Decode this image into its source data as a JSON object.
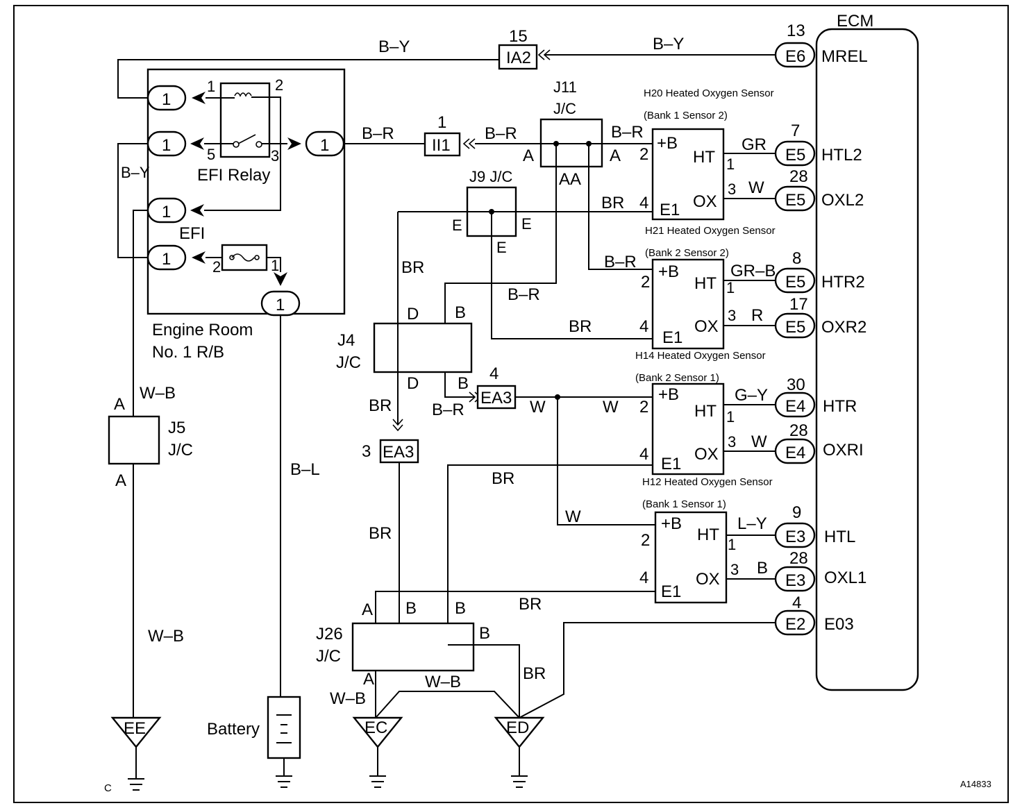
{
  "ecm": {
    "title": "ECM",
    "pins": [
      {
        "num": "13",
        "code": "E6",
        "name": "MREL"
      },
      {
        "num": "7",
        "code": "E5",
        "name": "HTL2"
      },
      {
        "num": "28",
        "code": "E5",
        "name": "OXL2"
      },
      {
        "num": "8",
        "code": "E5",
        "name": "HTR2"
      },
      {
        "num": "17",
        "code": "E5",
        "name": "OXR2"
      },
      {
        "num": "30",
        "code": "E4",
        "name": "HTR"
      },
      {
        "num": "28",
        "code": "E4",
        "name": "OXRI"
      },
      {
        "num": "9",
        "code": "E3",
        "name": "HTL"
      },
      {
        "num": "28",
        "code": "E3",
        "name": "OXL1"
      },
      {
        "num": "4",
        "code": "E2",
        "name": "E03"
      }
    ]
  },
  "sensors": [
    {
      "title": "H20 Heated Oxygen Sensor",
      "sub": "(Bank 1 Sensor 2)",
      "plus_b": "+B",
      "ht": "HT",
      "ox": "OX",
      "e1": "E1",
      "p2": "2",
      "p4": "4",
      "p1": "1",
      "p3": "3"
    },
    {
      "title": "H21 Heated Oxygen Sensor",
      "sub": "(Bank 2 Sensor 2)",
      "plus_b": "+B",
      "ht": "HT",
      "ox": "OX",
      "e1": "E1",
      "p2": "2",
      "p4": "4",
      "p1": "1",
      "p3": "3"
    },
    {
      "title": "H14 Heated Oxygen Sensor",
      "sub": "(Bank 2 Sensor 1)",
      "plus_b": "+B",
      "ht": "HT",
      "ox": "OX",
      "e1": "E1",
      "p2": "2",
      "p4": "4",
      "p1": "1",
      "p3": "3"
    },
    {
      "title": "H12 Heated Oxygen Sensor",
      "sub": "(Bank 1 Sensor 1)",
      "plus_b": "+B",
      "ht": "HT",
      "ox": "OX",
      "e1": "E1",
      "p2": "2",
      "p4": "4",
      "p1": "1",
      "p3": "3"
    }
  ],
  "relay_box": {
    "efi_relay": "EFI Relay",
    "efi_fuse": "EFI",
    "name_line1": "Engine Room",
    "name_line2": "No. 1 R/B",
    "pin": "1",
    "relay_pins": {
      "p1": "1",
      "p2": "2",
      "p3": "3",
      "p5": "5"
    },
    "fuse_pins": {
      "p1": "1",
      "p2": "2"
    }
  },
  "connectors": {
    "ia2": {
      "label": "IA2",
      "num": "15"
    },
    "ii1": {
      "label": "II1",
      "num": "1"
    },
    "ea3_upper": {
      "label": "EA3",
      "num": "4"
    },
    "ea3_lower": {
      "label": "EA3",
      "num": "3"
    }
  },
  "junctions": {
    "j11": {
      "name": "J11",
      "type": "J/C",
      "a_left": "A",
      "a_right": "A",
      "aa": "AA"
    },
    "j9": {
      "name": "J9 J/C",
      "e_left": "E",
      "e_right": "E",
      "e_bottom": "E"
    },
    "j4": {
      "name": "J4",
      "type": "J/C",
      "d_top": "D",
      "b_top": "B",
      "d_bottom": "D",
      "b_bottom": "B"
    },
    "j5": {
      "name": "J5",
      "type": "J/C",
      "a_top": "A",
      "a_bottom": "A"
    },
    "j26": {
      "name": "J26",
      "type": "J/C",
      "a_top": "A",
      "b_top1": "B",
      "b_top2": "B",
      "b_right": "B",
      "a_bottom": "A"
    }
  },
  "wires": {
    "by": "B–Y",
    "br_r": "B–R",
    "br": "BR",
    "gr": "GR",
    "gr_b": "GR–B",
    "w": "W",
    "r": "R",
    "g_y": "G–Y",
    "l_y": "L–Y",
    "b": "B",
    "w_b": "W–B",
    "b_l": "B–L"
  },
  "grounds": {
    "ee": "EE",
    "ec": "EC",
    "ed": "ED",
    "c": "C"
  },
  "battery": "Battery",
  "figure_id": "A14833"
}
